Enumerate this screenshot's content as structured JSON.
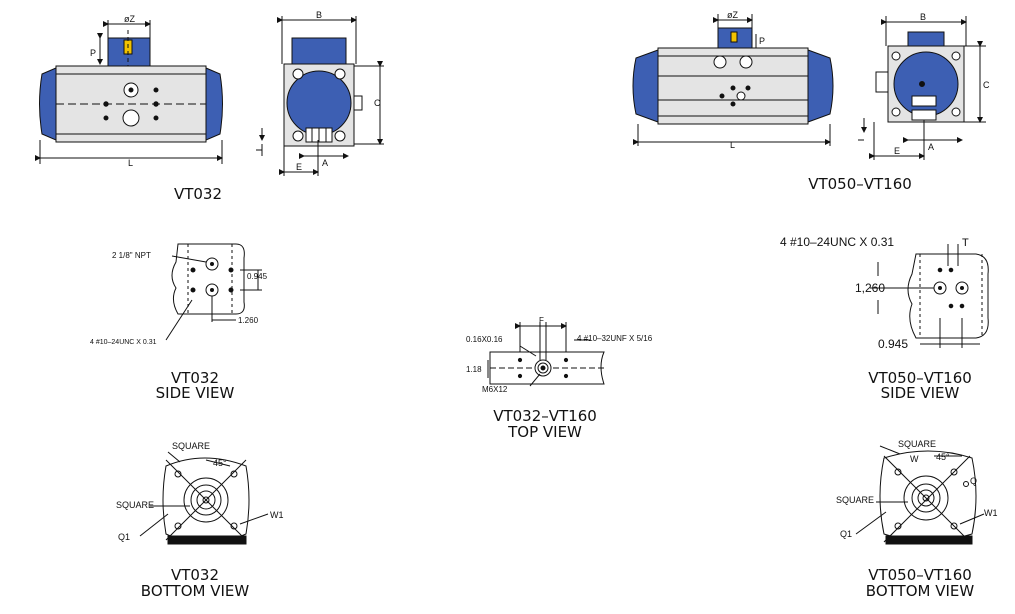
{
  "colors": {
    "body_blue": "#3d5fb3",
    "blue_light": "#6f8ed8",
    "blue_dark": "#1f3578",
    "housing_gray": "#e4e4e4",
    "line": "#111111",
    "yellow": "#f2c200"
  },
  "captions": {
    "vt032": "VT032",
    "vt050": "VT050–VT160",
    "vt032_side_1": "VT032",
    "vt032_side_2": "SIDE VIEW",
    "top_1": "VT032–VT160",
    "top_2": "TOP VIEW",
    "vt050_side_1": "VT050–VT160",
    "vt050_side_2": "SIDE VIEW",
    "vt032_bottom_1": "VT032",
    "vt032_bottom_2": "BOTTOM VIEW",
    "vt050_bottom_1": "VT050–VT160",
    "vt050_bottom_2": "BOTTOM VIEW"
  },
  "dims": {
    "oz": "øZ",
    "p": "P",
    "l": "L",
    "b": "B",
    "c": "C",
    "a": "A",
    "e": "E",
    "f": "F",
    "t": "T",
    "w": "W",
    "q": "Q",
    "square": "SQUARE",
    "q1": "Q1",
    "w1": "W1",
    "deg45": "45°"
  },
  "notes": {
    "npt": "2 1/8\" NPT",
    "v945": "0.945",
    "v1260": "1.260",
    "v1260b": "1,260",
    "unc_small": "4 #10–24UNC X 0.31",
    "unc_big": "4 #10–24UNC X 0.31",
    "unf": "4 #10–32UNF X 5/16",
    "v016": "0.16X0.16",
    "v118": "1.18",
    "m6": "M6X12"
  }
}
